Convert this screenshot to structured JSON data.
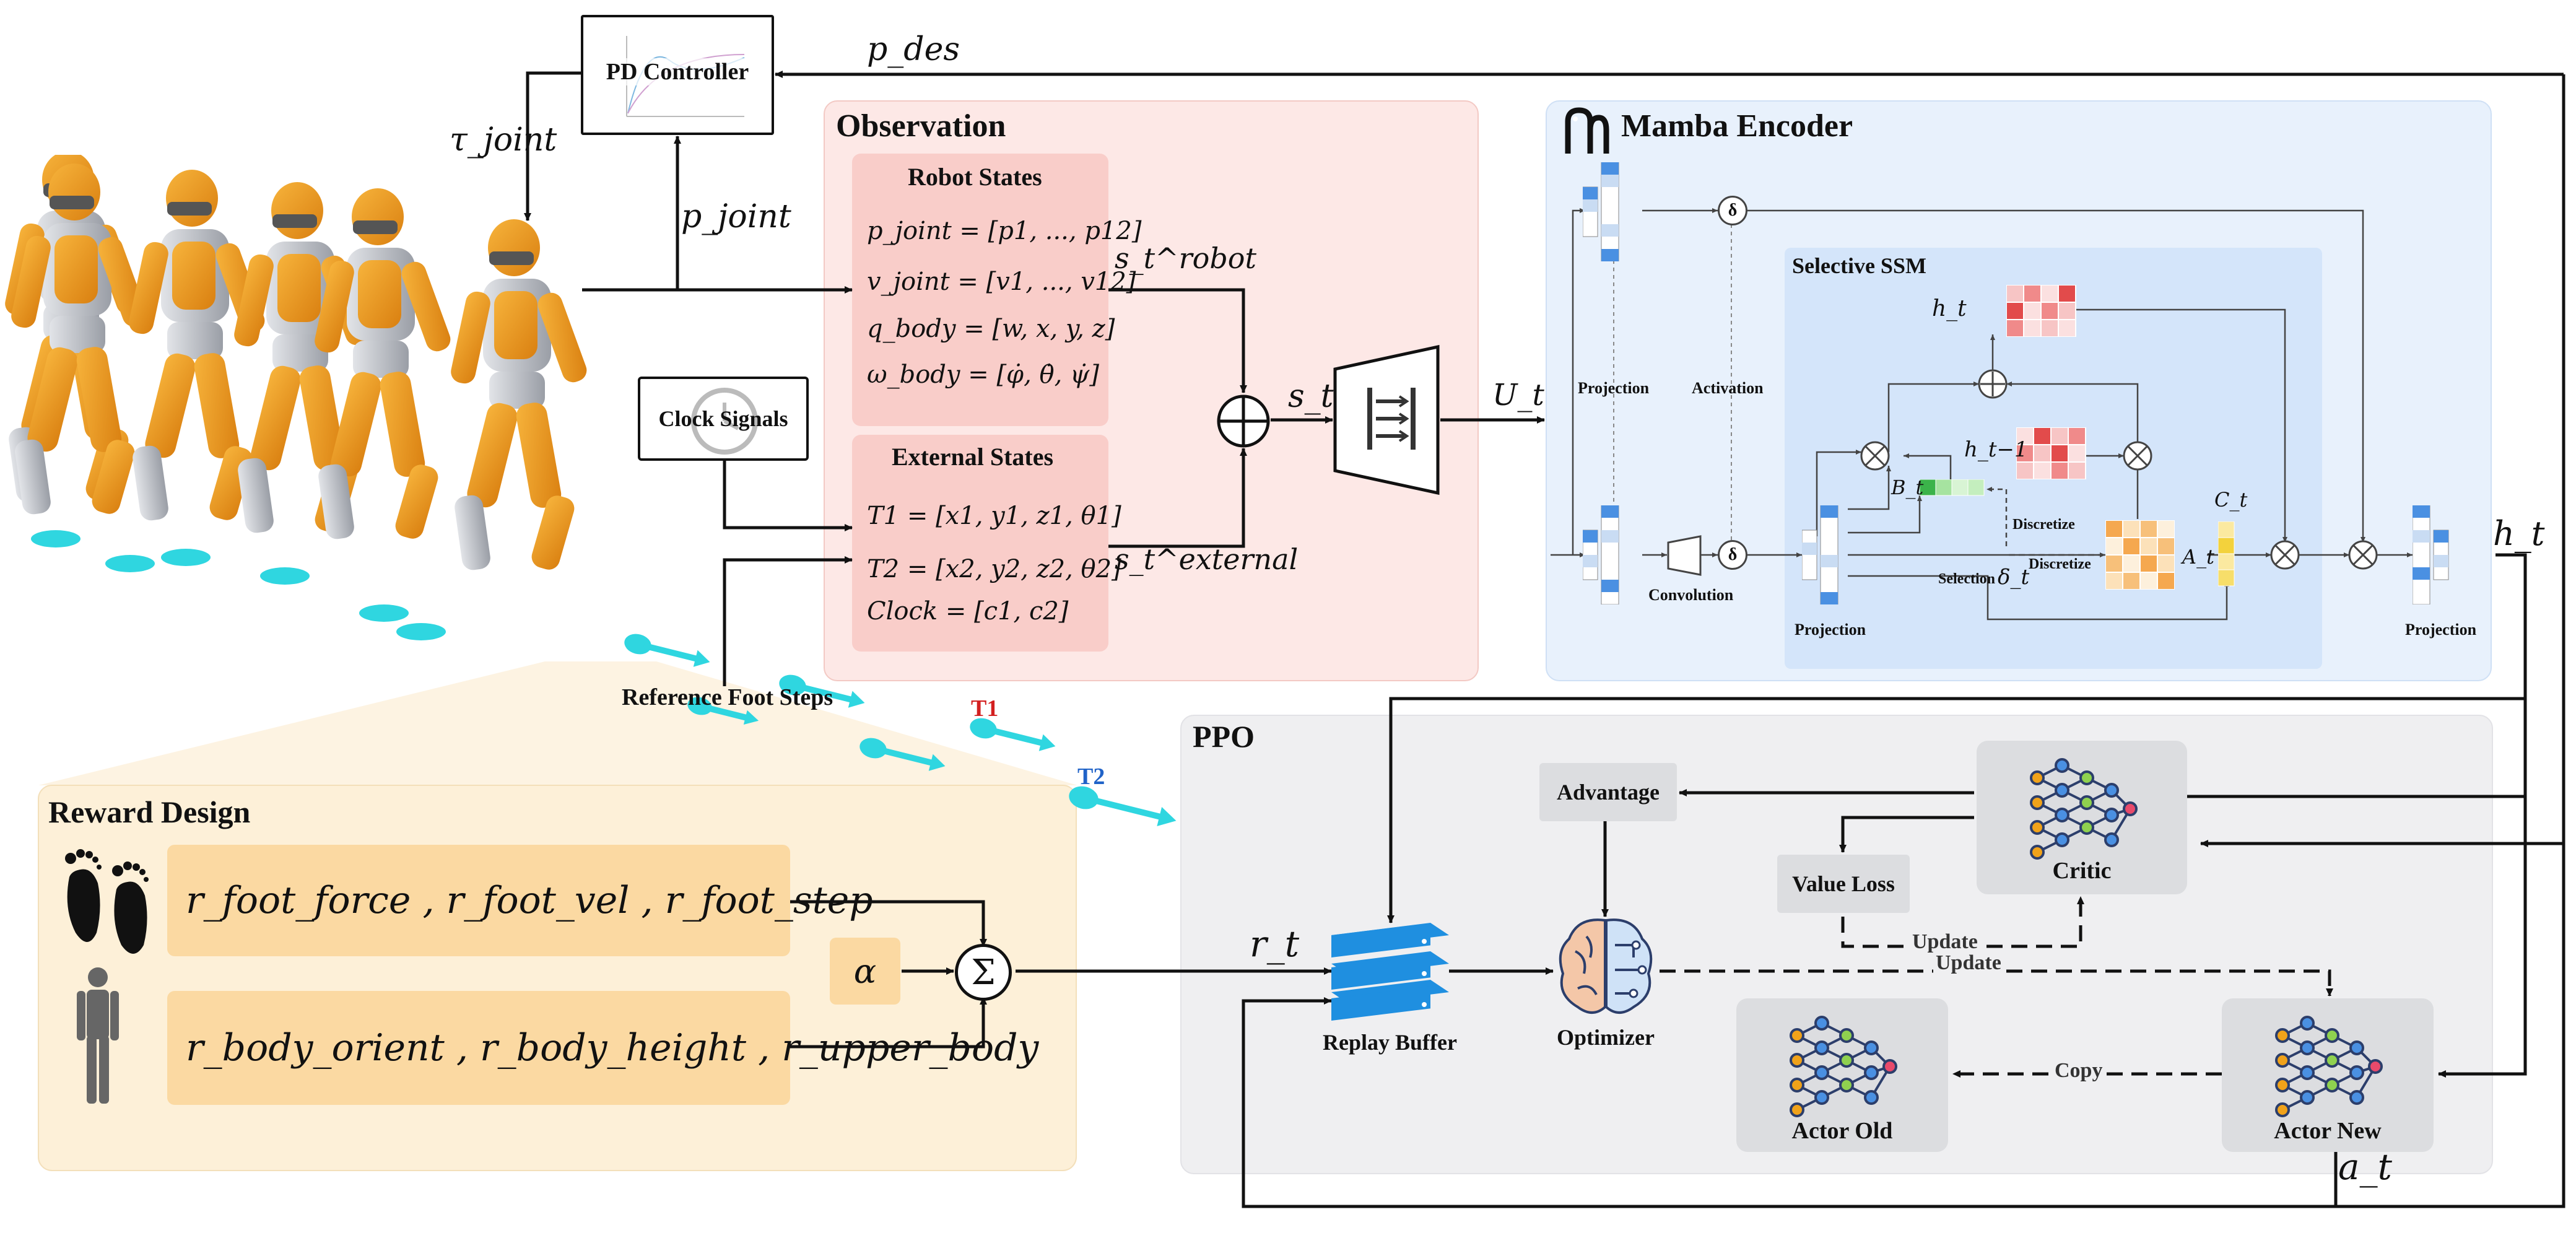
{
  "pd_controller": {
    "label": "PD Controller"
  },
  "observation": {
    "title": "Observation",
    "robot_states": {
      "title": "Robot States",
      "lines": [
        "p_joint = [p1, ..., p12]",
        "v_joint = [v1, ..., v12]",
        "q_body = [w, x, y, z]",
        "ω_body = [φ̇, θ̇, ψ̇]"
      ]
    },
    "external_states": {
      "title": "External States",
      "lines": [
        "T1 = [x1, y1, z1, θ1]",
        "T2 = [x2, y2, z2, θ2]",
        "Clock = [c1, c2]"
      ]
    }
  },
  "clock_signals": {
    "label": "Clock Signals"
  },
  "signals": {
    "p_des": "p_des",
    "tau_joint": "τ_joint",
    "p_joint": "p_joint",
    "s_robot": "s_t^robot",
    "s_external": "s_t^external",
    "s_t": "s_t",
    "U_t": "U_t",
    "h_t": "h_t",
    "r_t": "r_t",
    "a_t": "a_t"
  },
  "mamba": {
    "title": "Mamba Encoder",
    "projection_label": "Projection",
    "activation_label": "Activation",
    "convolution_label": "Convolution",
    "delta_symbol": "δ",
    "ssm": {
      "title": "Selective SSM",
      "h_t": "h_t",
      "h_prev": "h_t−1",
      "B_t": "B_t",
      "C_t": "C_t",
      "A_t": "A_t",
      "delta_t": "δ_t",
      "discretize_label": "Discretize",
      "selection_label": "Selection",
      "projection_label": "Projection"
    }
  },
  "reference_foot_steps": {
    "label": "Reference Foot Steps",
    "t1": "T1",
    "t2": "T2"
  },
  "reward_design": {
    "title": "Reward Design",
    "foot_terms": "r_foot_force , r_foot_vel , r_foot_step",
    "body_terms": "r_body_orient , r_body_height , r_upper_body",
    "alpha": "α",
    "sum": "Σ"
  },
  "ppo": {
    "title": "PPO",
    "advantage": "Advantage",
    "value_loss": "Value Loss",
    "critic": "Critic",
    "replay_buffer": "Replay Buffer",
    "optimizer": "Optimizer",
    "actor_old": "Actor Old",
    "actor_new": "Actor New",
    "update_1": "Update",
    "update_2": "Update",
    "copy": "Copy"
  },
  "colors": {
    "observation_panel": "#fde8e6",
    "obs_inner": "#f9cdc9",
    "mamba_panel": "#e8f1fc",
    "ssm_panel": "#d4e5fa",
    "reward_panel": "#fdf0d8",
    "reward_box": "#fbd9a2",
    "ppo_panel": "#efeff1",
    "ppo_box": "#dcdde0",
    "robot_orange": "#f0a021",
    "foot_cyan": "#2fd6e0",
    "t1_red": "#d32020",
    "t2_blue": "#2063c8"
  }
}
